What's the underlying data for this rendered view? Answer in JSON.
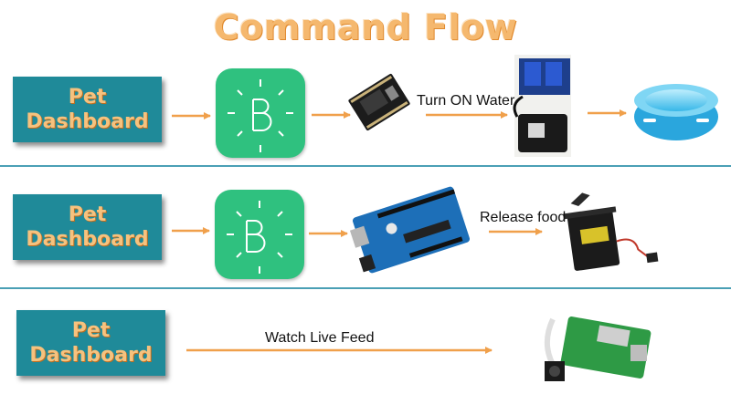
{
  "title": "Command Flow",
  "rows": [
    {
      "dashboard": {
        "line1": "Pet",
        "line2": "Dashboard"
      },
      "hub_letter": "B",
      "action": "Turn ON Water"
    },
    {
      "dashboard": {
        "line1": "Pet",
        "line2": "Dashboard"
      },
      "hub_letter": "B",
      "action": "Release food"
    },
    {
      "dashboard": {
        "line1": "Pet",
        "line2": "Dashboard"
      },
      "action": "Watch Live Feed"
    }
  ],
  "colors": {
    "title": "#f5b86e",
    "dashboard_bg": "#1f8a99",
    "dashboard_text": "#f6c27e",
    "blynk_green": "#2fc17f",
    "arrow": "#f0a04b",
    "divider": "#4a9fb5"
  }
}
